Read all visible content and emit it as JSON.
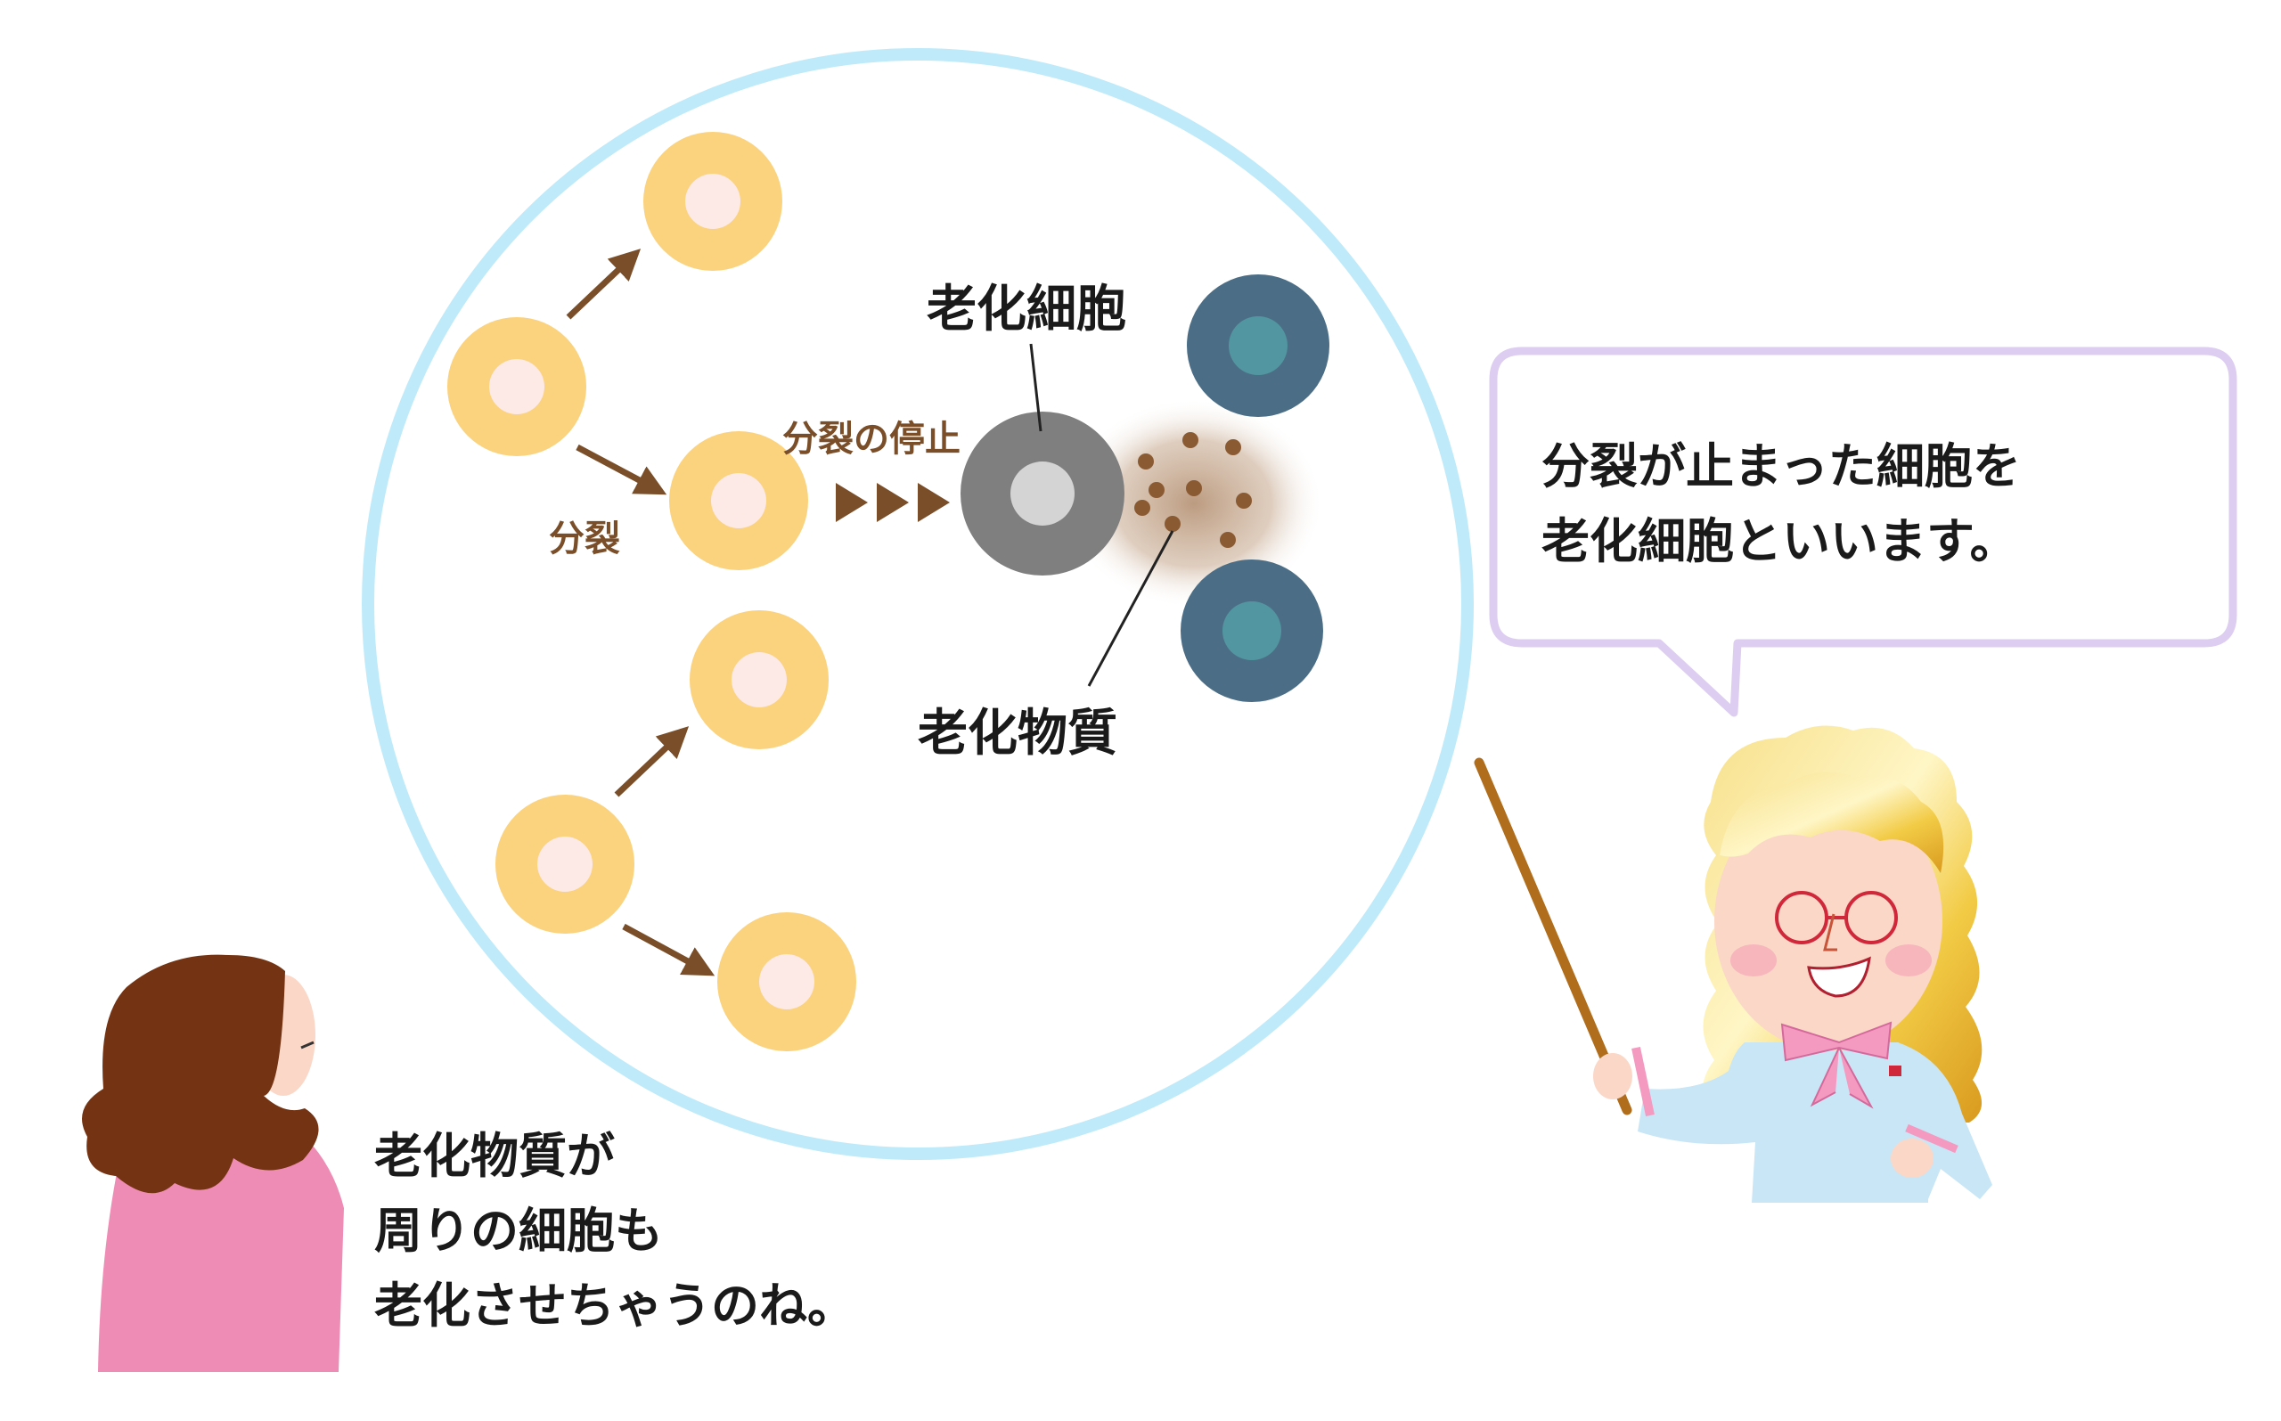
{
  "diagram": {
    "labels": {
      "division": "分裂",
      "division_stop": "分裂の停止",
      "senescent_cell": "老化細胞",
      "aging_substance": "老化物質"
    }
  },
  "speech": {
    "teacher_line1": "分裂が止まった細胞を",
    "teacher_line2": "老化細胞といいます。",
    "student_line1": "老化物質が",
    "student_line2": "周りの細胞も",
    "student_line3": "老化させちゃうのね。"
  },
  "colors": {
    "circle_outline": "#bfeafa",
    "healthy_cell": "#fbd27e",
    "healthy_nucleus": "#fde9e6",
    "arrow": "#7a4e28",
    "senescent_cell": "#7f7f7f",
    "senescent_nucleus": "#d4d4d4",
    "affected_cell": "#4b6e86",
    "affected_nucleus": "#5296a1",
    "bubble_outline": "#dccdf1",
    "student_hair": "#743312",
    "student_shirt": "#ee8cb6",
    "teacher_hair": "#f2cb45",
    "teacher_coat": "#c9e6f6",
    "pointer": "#b06d1c"
  }
}
